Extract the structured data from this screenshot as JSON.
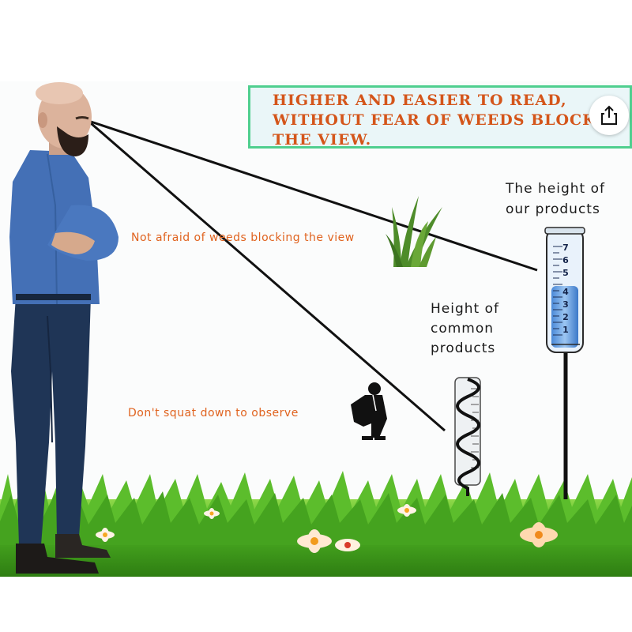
{
  "banner": {
    "lines": [
      "Higher and easier to read,",
      "without fear of weeds block",
      "the view."
    ]
  },
  "labels": {
    "our_product_lines": [
      "The height of",
      "our products"
    ],
    "common_product_lines": [
      "Height of",
      "common",
      "products"
    ],
    "weeds": "Not afraid of weeds blocking the view",
    "squat": "Don't squat down to observe"
  },
  "gauge": {
    "scale_numbers": [
      "7",
      "6",
      "5",
      "4",
      "3",
      "2",
      "1"
    ]
  },
  "icons": {
    "share": "share-icon"
  },
  "colors": {
    "banner_border": "#4fcf8f",
    "banner_text": "#d4551a",
    "label_orange": "#e0631f",
    "grass": "#3f9e1f"
  }
}
